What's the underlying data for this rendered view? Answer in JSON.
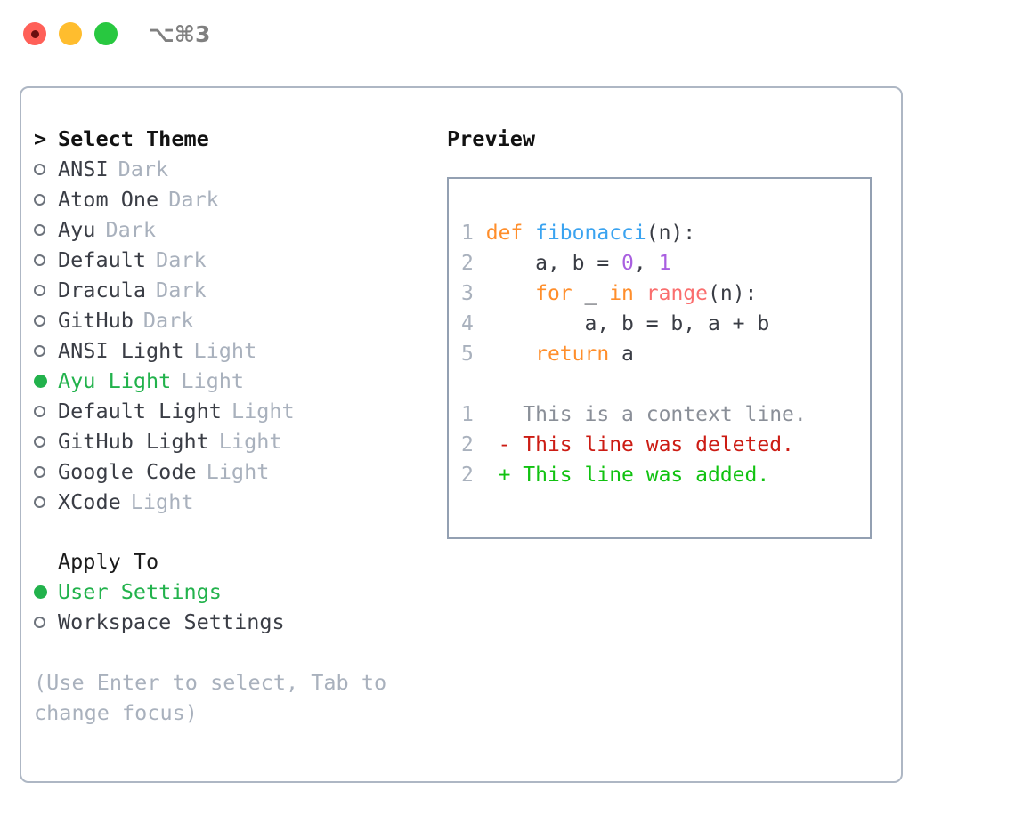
{
  "window": {
    "title_shortcut": "⌥⌘3",
    "traffic_lights": [
      "close-red",
      "minimize-yellow",
      "maximize-green"
    ]
  },
  "theme_list": {
    "header_caret": ">",
    "header_label": "Select Theme",
    "items": [
      {
        "name": "ANSI",
        "suffix": "Dark",
        "selected": false
      },
      {
        "name": "Atom One",
        "suffix": "Dark",
        "selected": false
      },
      {
        "name": "Ayu",
        "suffix": "Dark",
        "selected": false
      },
      {
        "name": "Default",
        "suffix": "Dark",
        "selected": false
      },
      {
        "name": "Dracula",
        "suffix": "Dark",
        "selected": false
      },
      {
        "name": "GitHub",
        "suffix": "Dark",
        "selected": false
      },
      {
        "name": "ANSI Light",
        "suffix": "Light",
        "selected": false
      },
      {
        "name": "Ayu Light",
        "suffix": "Light",
        "selected": true
      },
      {
        "name": "Default Light",
        "suffix": "Light",
        "selected": false
      },
      {
        "name": "GitHub Light",
        "suffix": "Light",
        "selected": false
      },
      {
        "name": "Google Code",
        "suffix": "Light",
        "selected": false
      },
      {
        "name": "XCode",
        "suffix": "Light",
        "selected": false
      }
    ]
  },
  "apply_to": {
    "header_label": "Apply To",
    "items": [
      {
        "name": "User Settings",
        "selected": true
      },
      {
        "name": "Workspace Settings",
        "selected": false
      }
    ]
  },
  "hint": {
    "line1": "(Use Enter to select, Tab to",
    "line2": "change focus)"
  },
  "preview": {
    "title": "Preview",
    "code_lines": [
      {
        "ln": "1",
        "tokens": [
          {
            "t": "def ",
            "c": "kw"
          },
          {
            "t": "fibonacci",
            "c": "fn"
          },
          {
            "t": "(n):",
            "c": "plain"
          }
        ]
      },
      {
        "ln": "2",
        "tokens": [
          {
            "t": "    a, b = ",
            "c": "plain"
          },
          {
            "t": "0",
            "c": "num"
          },
          {
            "t": ", ",
            "c": "plain"
          },
          {
            "t": "1",
            "c": "num"
          }
        ]
      },
      {
        "ln": "3",
        "tokens": [
          {
            "t": "    ",
            "c": "plain"
          },
          {
            "t": "for",
            "c": "kw"
          },
          {
            "t": " _ ",
            "c": "plain"
          },
          {
            "t": "in",
            "c": "kw"
          },
          {
            "t": " ",
            "c": "plain"
          },
          {
            "t": "range",
            "c": "builtin"
          },
          {
            "t": "(n):",
            "c": "plain"
          }
        ]
      },
      {
        "ln": "4",
        "tokens": [
          {
            "t": "        a, b = b, a + b",
            "c": "plain"
          }
        ]
      },
      {
        "ln": "5",
        "tokens": [
          {
            "t": "    ",
            "c": "plain"
          },
          {
            "t": "return",
            "c": "kw"
          },
          {
            "t": " a",
            "c": "plain"
          }
        ]
      }
    ],
    "diff_lines": [
      {
        "ln": "1",
        "sign": " ",
        "text": " This is a context line.",
        "kind": "ctx"
      },
      {
        "ln": "2",
        "sign": "-",
        "text": " This line was deleted.",
        "kind": "del"
      },
      {
        "ln": "2",
        "sign": "+",
        "text": " This line was added.",
        "kind": "add"
      }
    ]
  },
  "colors": {
    "selection_green": "#22b24c",
    "muted_gray": "#a9b1bd",
    "text_dark": "#3a3d45",
    "keyword_orange": "#ff8e2b",
    "function_blue": "#3aa3f0",
    "number_purple": "#a95fe0",
    "builtin_red": "#fa6e6e",
    "diff_delete": "#cc1c14",
    "diff_add": "#11c211",
    "panel_border": "#aeb7c4",
    "preview_border": "#93a0b2"
  }
}
